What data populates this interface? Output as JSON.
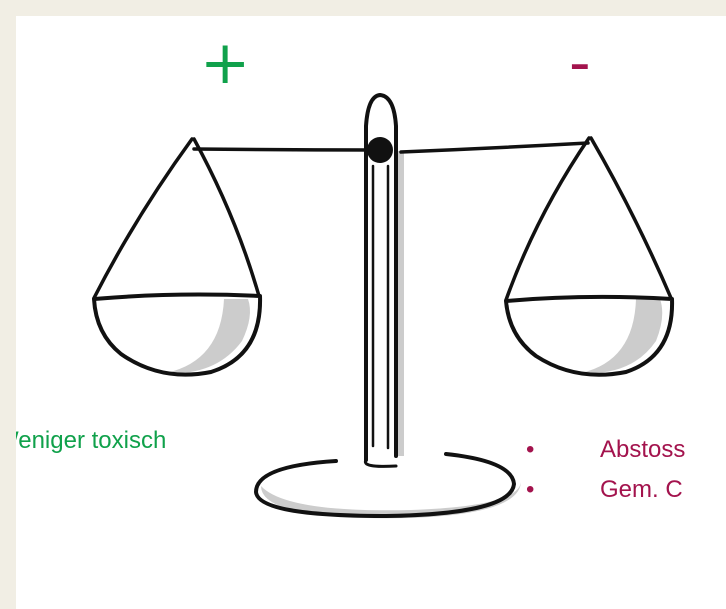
{
  "colors": {
    "pro": "#10a14b",
    "con": "#a3134d",
    "ink": "#111111",
    "shadow": "#cccccc"
  },
  "signs": {
    "plus": "+",
    "minus": "-"
  },
  "pro_label": "Weniger toxisch",
  "cons": [
    {
      "bullet": "•",
      "text": "Abstoss"
    },
    {
      "bullet": "•",
      "text": "Gem. C"
    }
  ]
}
